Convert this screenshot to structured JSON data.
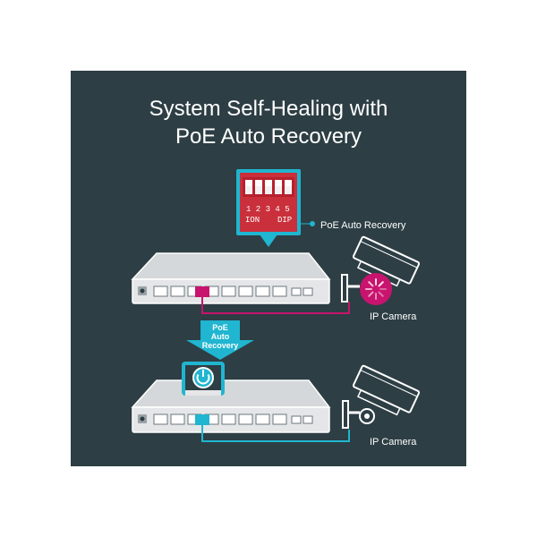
{
  "title": {
    "line1": "System Self-Healing with",
    "line2": "PoE Auto Recovery"
  },
  "dip_switch": {
    "numbers": "1 2 3 4 5",
    "left_label": "ION",
    "right_label": "DIP"
  },
  "callouts": {
    "poe_auto_recovery": "PoE Auto Recovery",
    "camera_top": "IP Camera",
    "camera_bottom": "IP Camera"
  },
  "arrow_badge": {
    "line1": "PoE",
    "line2": "Auto",
    "line3": "Recovery"
  },
  "colors": {
    "panel_bg": "#2d3e44",
    "text": "#ffffff",
    "switch_body": "#e4e6e7",
    "accent_magenta": "#c8146e",
    "accent_cyan": "#20b5d0",
    "dip_red": "#d33a45"
  },
  "icons": [
    "dip-switch-icon",
    "ip-camera-icon",
    "power-icon",
    "down-arrow-icon"
  ]
}
